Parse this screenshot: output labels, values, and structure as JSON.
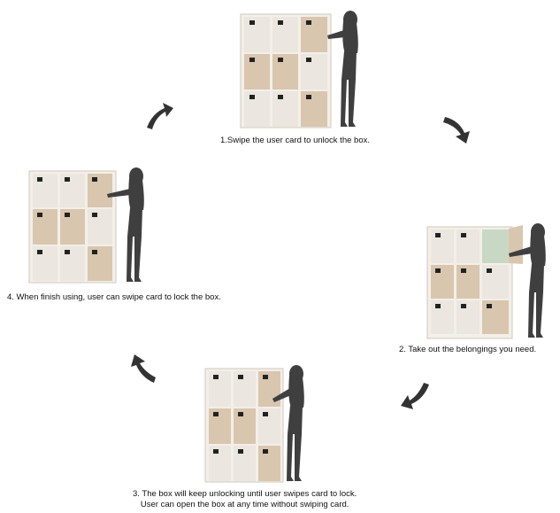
{
  "colors": {
    "panel_light": "#ebe6df",
    "panel_wood": "#d9c6ae",
    "frame": "#f3efe9",
    "silhouette": "#3f3f3f",
    "arrow": "#333333"
  },
  "icons": [
    "curved-arrow-icon",
    "card-reader-icon"
  ],
  "steps": [
    {
      "caption": "1.Swipe the user card to unlock the box."
    },
    {
      "caption": "2. Take out the belongings you need."
    },
    {
      "caption_line1": "3. The box will keep unlocking until user swipes card to lock.",
      "caption_line2": "User can open the box at any time without swiping card."
    },
    {
      "caption": "4. When finish using, user can swipe card to lock the box."
    }
  ]
}
